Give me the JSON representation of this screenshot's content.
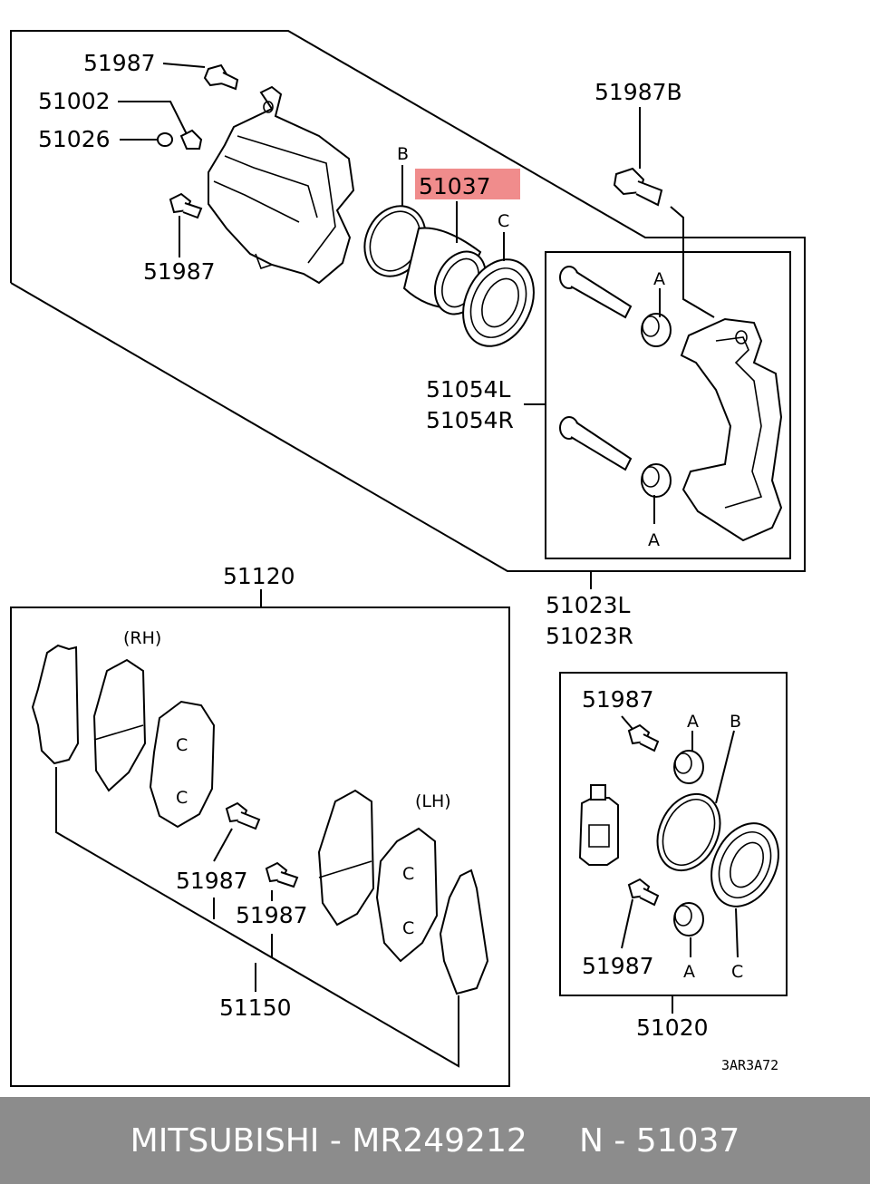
{
  "diagram": {
    "labels": {
      "bolt_top": "51987",
      "caliper_part": "51002",
      "bleeder_cap": "51026",
      "bolt_left": "51987",
      "piston_seal": "B",
      "piston": "51037",
      "boot": "C",
      "bolt_b": "51987B",
      "pin_set_l": "51054L",
      "pin_set_r": "51054R",
      "mark_a_top": "A",
      "mark_a_bottom": "A",
      "support_l": "51023L",
      "support_r": "51023R",
      "pad_set": "51120",
      "rh": "(RH)",
      "lh": "(LH)",
      "pad_bolt_1": "51987",
      "pad_bolt_2": "51987",
      "pad_kit": "51150",
      "kit_bolt_top": "51987",
      "kit_a_top": "A",
      "kit_b": "B",
      "kit_bolt_bottom": "51987",
      "kit_a_bottom": "A",
      "kit_c": "C",
      "seal_kit": "51020",
      "drawing_code": "3AR3A72"
    },
    "highlight_color": "#f08c8c"
  },
  "footer": {
    "text": "MITSUBISHI - MR249212     N - 51037"
  }
}
